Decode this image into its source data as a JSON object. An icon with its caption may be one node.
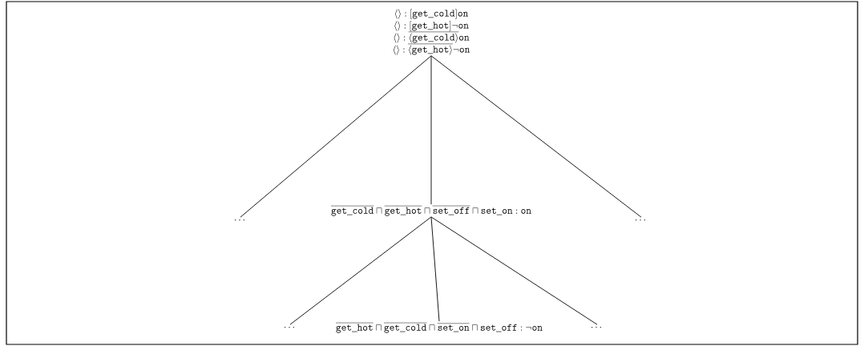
{
  "diagram": {
    "nodes": [
      {
        "text": [
          "\\langle\\rangle : [\\mathtt{get\\_cold}]\\mathtt{on}",
          "\\langle\\rangle : [\\mathtt{get\\_hot}]\\neg\\mathtt{on}",
          "\\langle\\rangle : \\overline{\\langle\\mathtt{get\\_cold}\\rangle}\\mathtt{on}",
          "\\langle\\rangle : \\overline{\\langle\\mathtt{get\\_hot}\\rangle}\\neg\\mathtt{on}"
        ]
      },
      {
        "text": [
          "\\cdots"
        ]
      },
      {
        "text": [
          "\\overline{\\mathtt{get\\_cold}} \\sqcap \\overline{\\mathtt{get\\_hot}} \\sqcap \\overline{\\mathtt{set\\_off}} \\sqcap \\mathtt{set\\_on} : \\mathtt{on}"
        ]
      },
      {
        "text": [
          "\\cdots"
        ]
      },
      {
        "text": [
          "\\cdots"
        ]
      },
      {
        "text": [
          "\\overline{\\mathtt{get\\_hot}} \\sqcap \\overline{\\mathtt{get\\_cold}} \\sqcap \\overline{\\mathtt{set\\_on}} \\sqcap \\mathtt{set\\_off} : \\neg\\mathtt{on}"
        ]
      },
      {
        "text": [
          "\\cdots"
        ]
      }
    ],
    "edges": [
      {
        "from": 0,
        "to": 1,
        "arrow": "none"
      },
      {
        "from": 0,
        "to": 2,
        "arrow": "none"
      },
      {
        "from": 0,
        "to": 3,
        "arrow": "none"
      },
      {
        "from": 2,
        "to": 4,
        "arrow": "none"
      },
      {
        "from": 2,
        "to": 5,
        "arrow": "none"
      },
      {
        "from": 2,
        "to": 6,
        "arrow": "none"
      }
    ]
  }
}
